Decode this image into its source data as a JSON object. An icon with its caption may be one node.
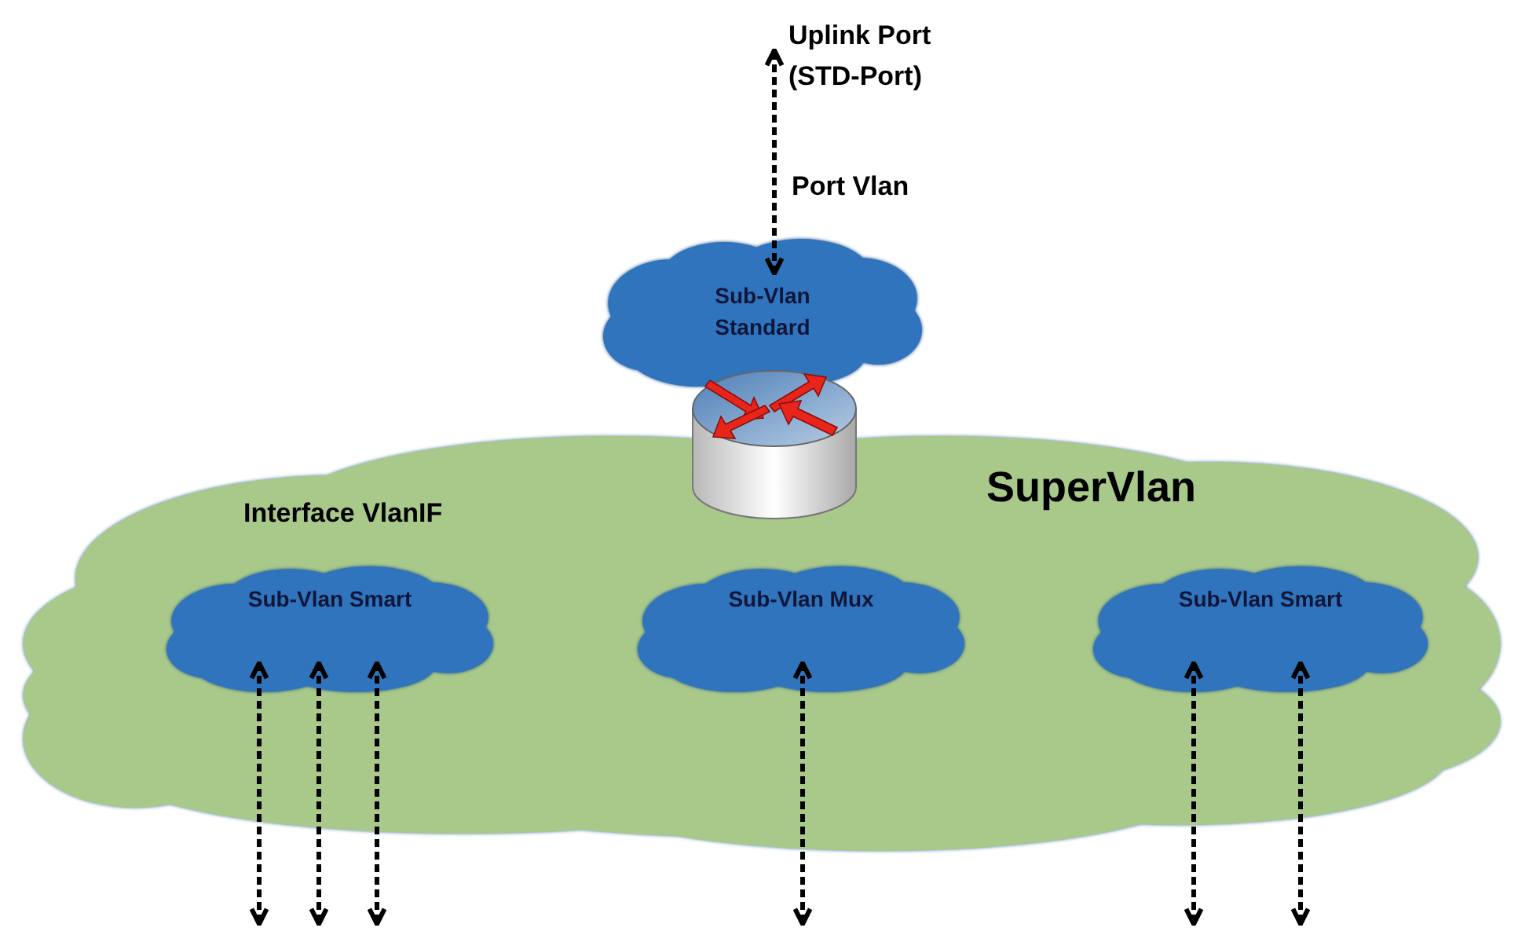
{
  "diagram": {
    "nodes": [
      {
        "text": [
          "Uplink Port (STD-Port)"
        ]
      },
      {
        "text": [
          "SuperVlan",
          "Interface VlanIF"
        ]
      },
      {
        "text": [
          "Sub-Vlan Standard"
        ]
      },
      {
        "text": [
          "Sub-Vlan Smart"
        ],
        "in": 1
      },
      {
        "text": [
          "Sub-Vlan Mux"
        ],
        "in": 1
      },
      {
        "text": [
          "Sub-Vlan Smart"
        ],
        "in": 1
      }
    ],
    "edges": [
      {
        "from": 2,
        "to": 0,
        "arrow": "both",
        "label": "Port Vlan",
        "style": "dashed"
      },
      {
        "from": 3,
        "to": null,
        "arrow": "both",
        "style": "dashed"
      },
      {
        "from": 3,
        "to": null,
        "arrow": "both",
        "style": "dashed"
      },
      {
        "from": 3,
        "to": null,
        "arrow": "both",
        "style": "dashed"
      },
      {
        "from": 4,
        "to": null,
        "arrow": "both",
        "style": "dashed"
      },
      {
        "from": 5,
        "to": null,
        "arrow": "both",
        "style": "dashed"
      },
      {
        "from": 5,
        "to": null,
        "arrow": "both",
        "style": "dashed"
      }
    ]
  }
}
